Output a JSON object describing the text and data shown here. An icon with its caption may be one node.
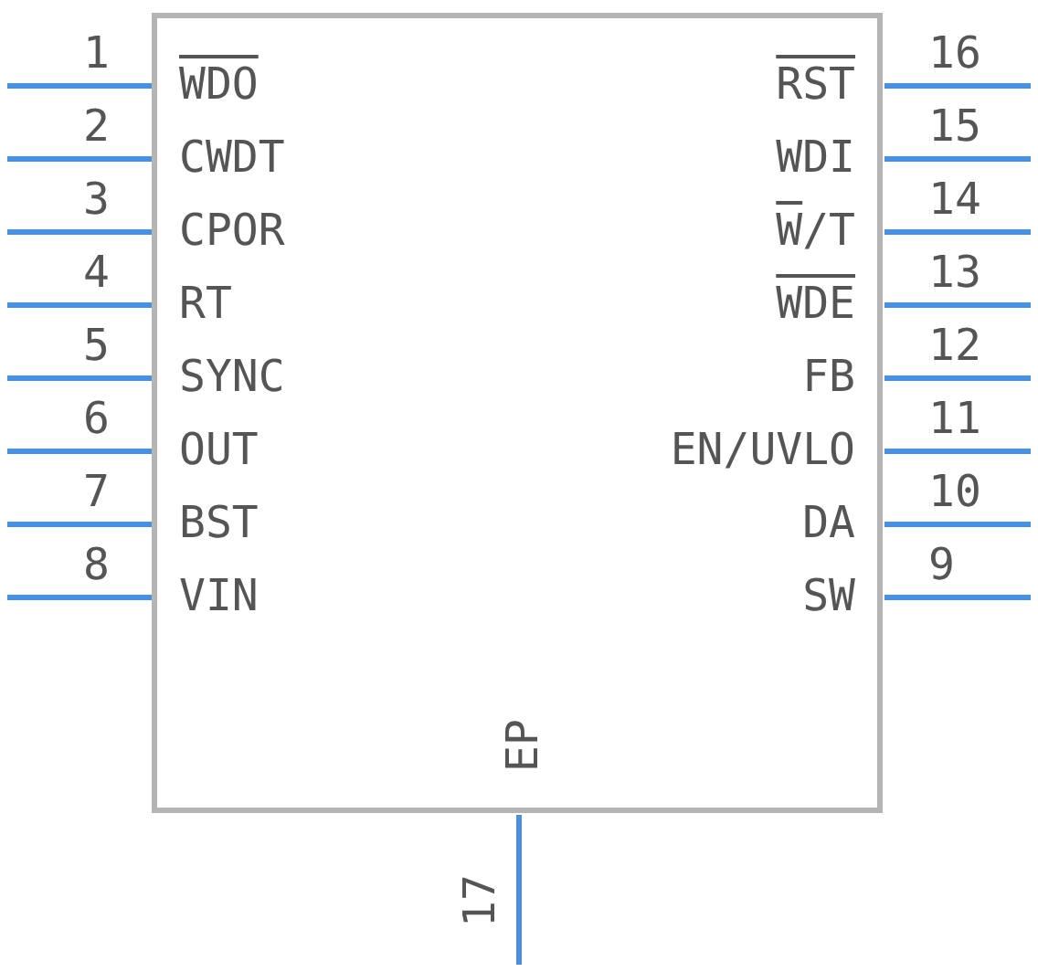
{
  "diagram": {
    "nodes": [
      {
        "text": [
          "WDO",
          "CWDT",
          "CPOR",
          "RT",
          "SYNC",
          "OUT",
          "BST",
          "VIN",
          "SW",
          "DA",
          "EN/UVLO",
          "FB",
          "WDE",
          "W/T",
          "WDI",
          "RST",
          "EP"
        ]
      }
    ],
    "labels": [
      "1",
      "2",
      "3",
      "4",
      "5",
      "6",
      "7",
      "8",
      "9",
      "10",
      "11",
      "12",
      "13",
      "14",
      "15",
      "16",
      "17"
    ]
  }
}
